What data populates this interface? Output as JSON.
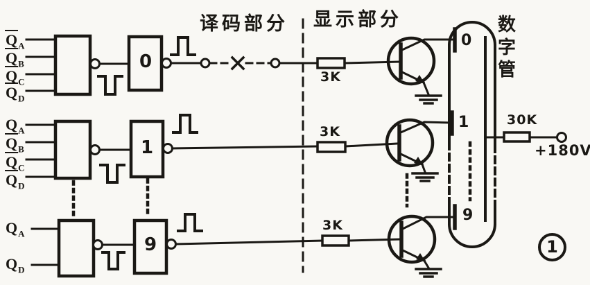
{
  "sections": {
    "decode": "译码部分",
    "display": "显示部分",
    "tube": "数字管"
  },
  "rows": [
    {
      "digit": "0",
      "inputs": [
        {
          "letter": "Q",
          "sub": "A",
          "inverted": true
        },
        {
          "letter": "Q",
          "sub": "B",
          "inverted": true
        },
        {
          "letter": "Q",
          "sub": "C",
          "inverted": true
        },
        {
          "letter": "Q",
          "sub": "D",
          "inverted": true
        }
      ],
      "inverter_label": "0",
      "resistor_label": "3K",
      "cathode_digit": "0"
    },
    {
      "digit": "1",
      "inputs": [
        {
          "letter": "Q",
          "sub": "A",
          "inverted": false
        },
        {
          "letter": "Q",
          "sub": "B",
          "inverted": true
        },
        {
          "letter": "Q",
          "sub": "C",
          "inverted": true
        },
        {
          "letter": "Q",
          "sub": "D",
          "inverted": true
        }
      ],
      "inverter_label": "1",
      "resistor_label": "3K",
      "cathode_digit": "1"
    },
    {
      "digit": "9",
      "inputs": [
        {
          "letter": "Q",
          "sub": "A",
          "inverted": false
        },
        {
          "letter": "Q",
          "sub": "D",
          "inverted": false
        }
      ],
      "inverter_label": "9",
      "resistor_label": "3K",
      "cathode_digit": "9"
    }
  ],
  "anode": {
    "resistor_label": "30K",
    "supply_label": "+180V"
  },
  "figure_mark": "1",
  "icons": {
    "positive_pulse": "pulse-high",
    "negative_pulse": "pulse-low",
    "ground": "earth-ground",
    "break_link": "x-break-in-wire",
    "terminal": "open-circle-terminal"
  },
  "colors": {
    "ink": "#1a1814",
    "paper": "#f9f8f4"
  }
}
